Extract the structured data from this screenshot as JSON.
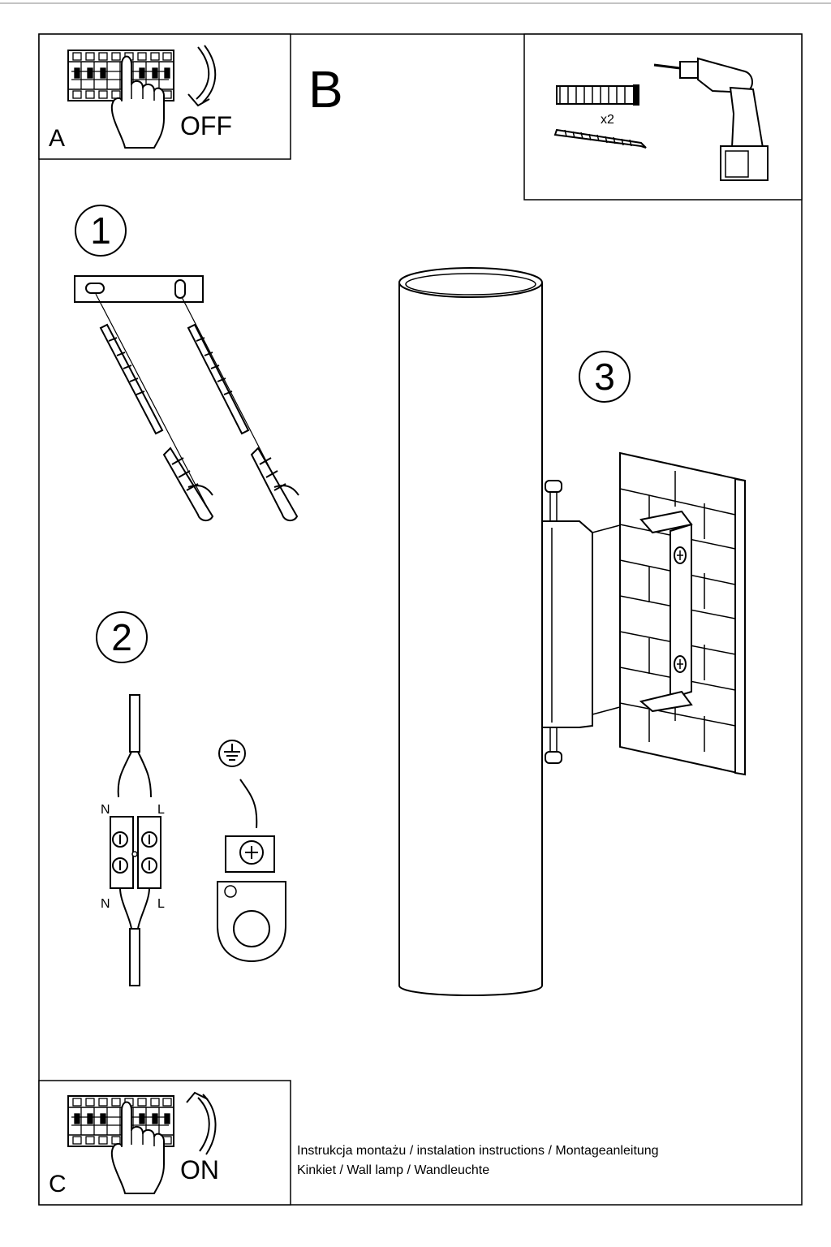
{
  "panel_a": {
    "letter": "A",
    "action": "OFF"
  },
  "panel_b": {
    "letter": "B",
    "quantity": "x2"
  },
  "panel_c": {
    "letter": "C",
    "action": "ON"
  },
  "steps": [
    "1",
    "2",
    "3"
  ],
  "wiring": {
    "neutral_top": "N",
    "live_top": "L",
    "neutral_bottom": "N",
    "live_bottom": "L"
  },
  "footer": {
    "line1": "Instrukcja montażu / instalation instructions / Montageanleitung",
    "line2": "Kinkiet / Wall lamp / Wandleuchte"
  },
  "icons": [
    "circuit-breaker-icon",
    "hand-icon",
    "arrow-icon",
    "drill-icon",
    "wall-plug-icon",
    "screw-icon",
    "ground-icon"
  ]
}
